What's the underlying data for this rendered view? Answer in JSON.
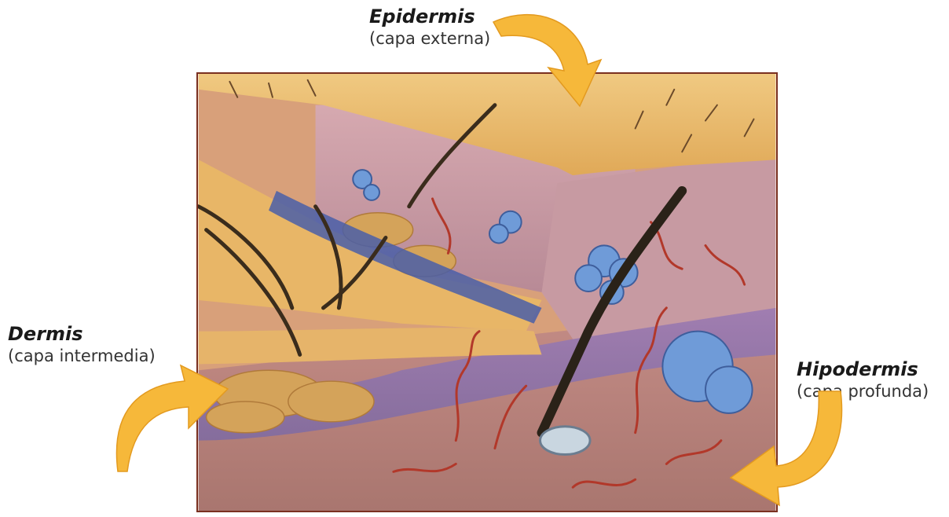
{
  "labels": {
    "epidermis": {
      "title": "Epidermis",
      "subtitle": "(capa externa)"
    },
    "dermis": {
      "title": "Dermis",
      "subtitle": "(capa intermedia)"
    },
    "hipodermis": {
      "title": "Hipodermis",
      "subtitle": "(capa profunda)"
    }
  },
  "colors": {
    "arrow": "#f6b83a",
    "frame_border": "#7a3020",
    "skin_surface": "#e9b664",
    "dermis_tissue": "#c99aa4",
    "vessel": "#b2382a",
    "gland": "#6f9bd8",
    "fat": "#d4a35a"
  }
}
